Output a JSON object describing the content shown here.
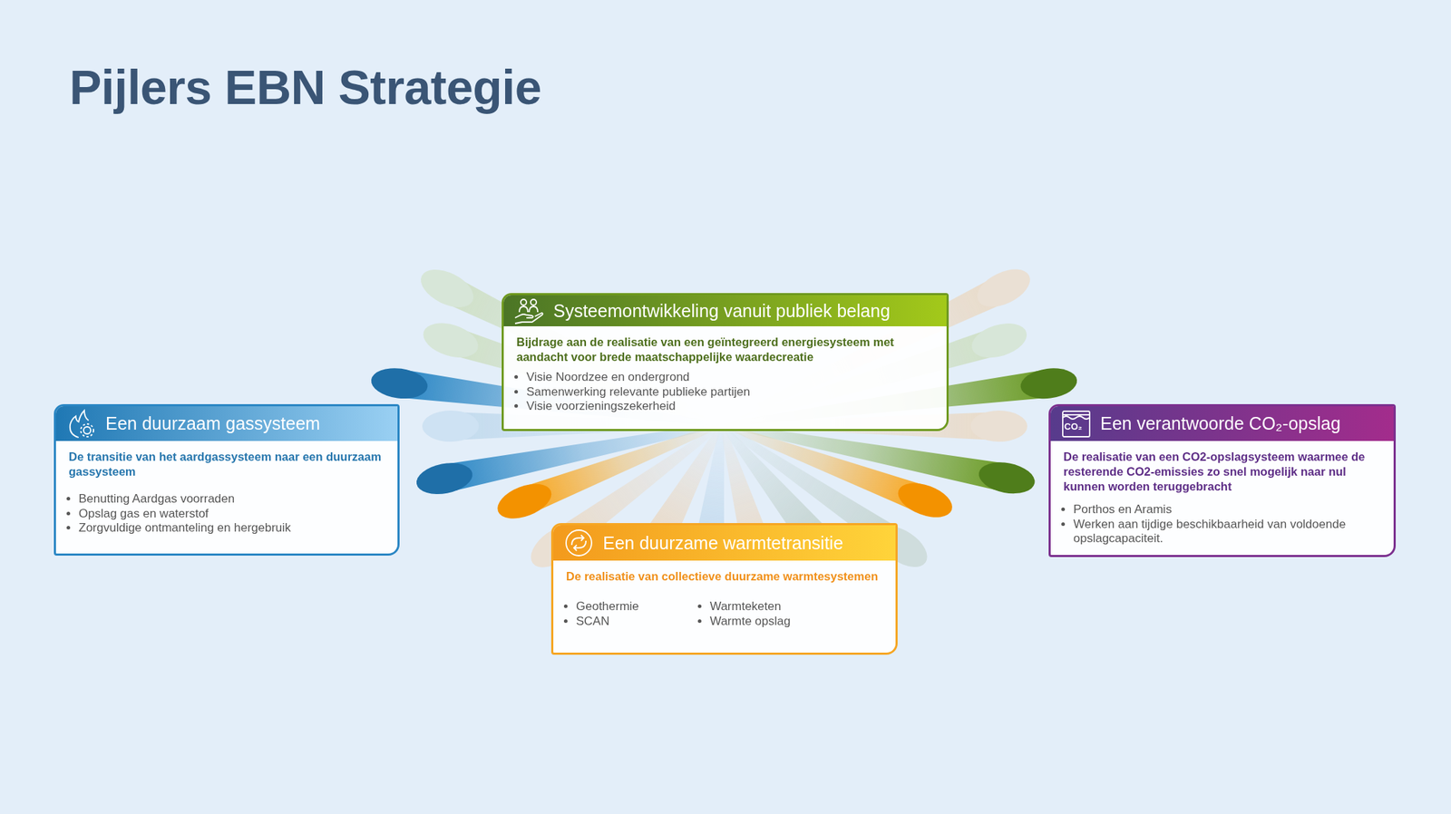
{
  "diagram": {
    "title": "Pijlers EBN Strategie",
    "nodes": [
      {
        "text": [
          "Systeemontwikkeling vanuit publiek belang",
          "Bijdrage aan de realisatie van een geïntegreerd energiesysteem met aandacht voor brede maatschappelijke waardecreatie",
          "Visie Noordzee en ondergrond",
          "Samenwerking relevante publieke partijen",
          "Visie voorzieningszekerheid"
        ]
      },
      {
        "text": [
          "Een duurzaam gassysteem",
          "De transitie van het aardgassysteem naar een duurzaam gassysteem",
          "Benutting Aardgas voorraden",
          "Opslag gas en waterstof",
          "Zorgvuldige ontmanteling en hergebruik"
        ]
      },
      {
        "text": [
          "Een verantwoorde CO₂-opslag",
          "De realisatie van een CO2-opslagsysteem waarmee de resterende CO2-emissies zo snel mogelijk naar nul kunnen worden teruggebracht",
          "Porthos en Aramis",
          "Werken aan tijdige beschikbaarheid van voldoende opslagcapaciteit."
        ]
      },
      {
        "text": [
          "Een duurzame warmtetransitie",
          "De realisatie van collectieve duurzame warmtesystemen",
          "Geothermie",
          "SCAN",
          "Warmteketen",
          "Warmte opslag"
        ]
      }
    ],
    "labels": [
      "CO₂"
    ]
  }
}
